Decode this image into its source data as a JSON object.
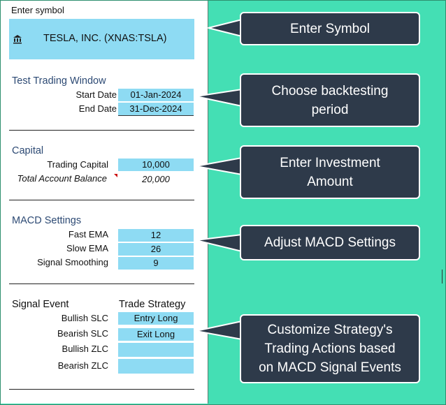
{
  "symbol": {
    "label": "Enter symbol",
    "value": "TESLA, INC. (XNAS:TSLA)",
    "icon": "bank-icon"
  },
  "window": {
    "header": "Test Trading Window",
    "start_label": "Start Date",
    "start_value": "01-Jan-2024",
    "end_label": "End Date",
    "end_value": "31-Dec-2024"
  },
  "capital": {
    "header": "Capital",
    "trading_label": "Trading Capital",
    "trading_value": "10,000",
    "balance_label": "Total Account Balance",
    "balance_value": "20,000"
  },
  "macd": {
    "header": "MACD Settings",
    "fast_label": "Fast EMA",
    "fast_value": "12",
    "slow_label": "Slow EMA",
    "slow_value": "26",
    "signal_label": "Signal Smoothing",
    "signal_value": "9"
  },
  "strategy": {
    "event_header": "Signal Event",
    "strategy_header": "Trade Strategy",
    "rows": [
      {
        "event": "Bullish SLC",
        "action": "Entry Long"
      },
      {
        "event": "Bearish SLC",
        "action": "Exit Long"
      },
      {
        "event": "Bullish ZLC",
        "action": ""
      },
      {
        "event": "Bearish ZLC",
        "action": ""
      }
    ]
  },
  "callouts": {
    "symbol": [
      "Enter Symbol"
    ],
    "period": [
      "Choose backtesting",
      "period"
    ],
    "investment": [
      "Enter Investment",
      "Amount"
    ],
    "macd": [
      "Adjust MACD Settings"
    ],
    "strategy": [
      "Customize Strategy's",
      "Trading Actions based",
      "on MACD Signal Events"
    ]
  },
  "colors": {
    "background": "#44dfb4",
    "input_cell": "#8edbf3",
    "callout": "#2e3a4a",
    "header_text": "#2d4a74"
  }
}
